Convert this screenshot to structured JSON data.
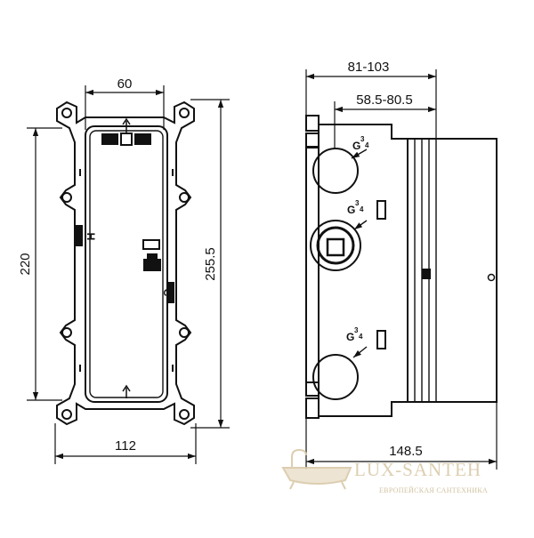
{
  "dimensions": {
    "front_top_width": "60",
    "front_height": "220",
    "front_bottom_width": "112",
    "front_total_height": "255.5",
    "side_total_depth": "81-103",
    "side_install_depth": "58.5-80.5",
    "side_bottom_depth": "148.5"
  },
  "port_labels": {
    "thread_letter": "G",
    "thread_numerator": "3",
    "thread_denominator": "4",
    "hot_mark": "H",
    "cold_mark": "C"
  },
  "watermark": {
    "brand": "LUX-SANTEH",
    "subtitle": "ЕВРОПЕЙСКАЯ САНТЕХНИКА"
  }
}
